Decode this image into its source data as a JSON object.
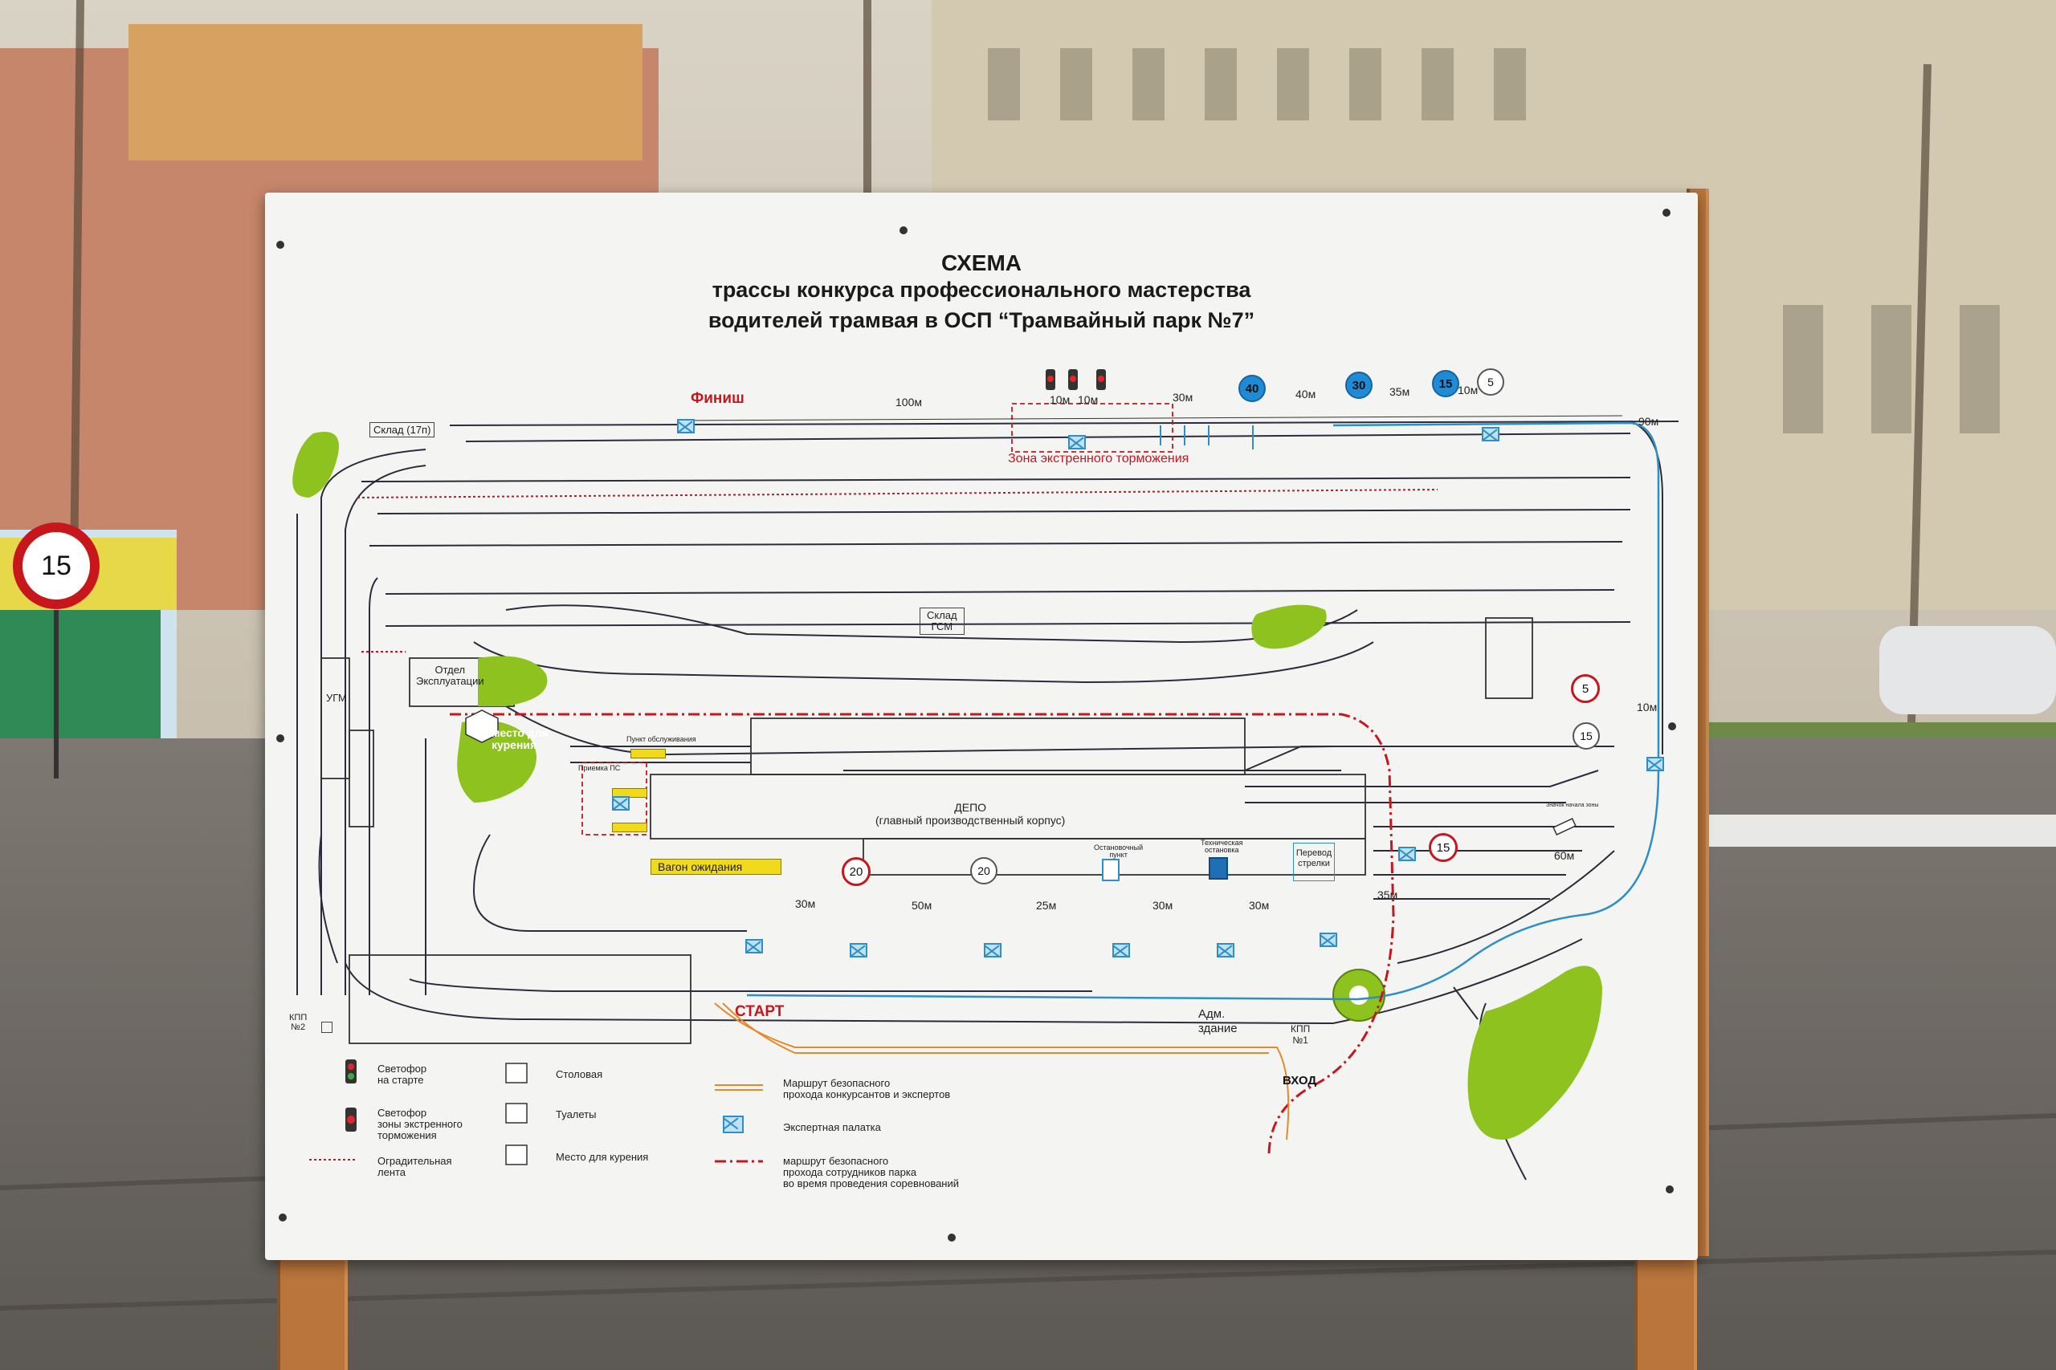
{
  "scheme": {
    "title_line1": "СХЕМА",
    "title_line2": "трассы конкурса профессионального мастерства",
    "title_line3": "водителей трамвая в ОСП “Трамвайный парк №7”"
  },
  "labels": {
    "finish": "Финиш",
    "start": "СТАРТ",
    "warehouse_17": "Склад (17п)",
    "warehouse_gsm_line1": "Склад",
    "warehouse_gsm_line2": "ГСМ",
    "emergency_zone": "Зона экстренного торможения",
    "ugm": "УГМ",
    "ops_dept_line1": "Отдел",
    "ops_dept_line2": "Эксплуатации",
    "smoking_place_line1": "место для",
    "smoking_place_line2": "курения",
    "depot_line1": "ДЕПО",
    "depot_line2": "(главный производственный корпус)",
    "waiting_car": "Вагон ожидания",
    "service_point": "Пункт обслуживания",
    "ps_acceptance": "Приемка ПС",
    "tech_stop_line1": "Техническая",
    "tech_stop_line2": "остановка",
    "stop_point_line1": "Остановочный",
    "stop_point_line2": "пункт",
    "switch_line1": "Перевод",
    "switch_line2": "стрелки",
    "adm_line1": "Адм.",
    "adm_line2": "здание",
    "kpp1_line1": "КПП",
    "kpp1_line2": "№1",
    "kpp2_line1": "КПП",
    "kpp2_line2": "№2",
    "entrance": "ВХОД",
    "switch_small": "Значок начала зоны"
  },
  "distances": {
    "d100": "100м",
    "d30a": "30м",
    "d40": "40м",
    "d35a": "35м",
    "d10a": "10м",
    "d10b": "10м",
    "d10c": "10м",
    "d90": "90м",
    "d10d": "10м",
    "d60": "60м",
    "d35b": "35м",
    "d30b": "30м",
    "d50": "50м",
    "d25": "25м",
    "d30c": "30м",
    "d30d": "30м"
  },
  "signs": {
    "blue40": "40",
    "blue30": "30",
    "blue15": "15",
    "gray5": "5",
    "red5": "5",
    "gray15": "15",
    "red15": "15",
    "red20": "20",
    "gray20": "20"
  },
  "legend": {
    "signal_start_line1": "Светофор",
    "signal_start_line2": "на старте",
    "signal_zone_line1": "Светофор",
    "signal_zone_line2": "зоны экстренного",
    "signal_zone_line3": "торможения",
    "fence_line1": "Оградительная",
    "fence_line2": "лента",
    "canteen": "Столовая",
    "toilets": "Туалеты",
    "smoking": "Место для курения",
    "route_safe_line1": "Маршрут безопасного",
    "route_safe_line2": "прохода конкурсантов и экспертов",
    "expert_tent": "Экспертная палатка",
    "route_staff_line1": "маршрут безопасного",
    "route_staff_line2": "прохода сотрудников парка",
    "route_staff_line3": "во время проведения соревнований"
  },
  "colors": {
    "track": "#2b2b3b",
    "route_blue": "#2d8fc5",
    "route_orange": "#e48a2a",
    "staff_route_red": "#c8161d",
    "green_area": "#8dc21f",
    "sign_yellow": "#f1da1b"
  },
  "street_sign": "15"
}
